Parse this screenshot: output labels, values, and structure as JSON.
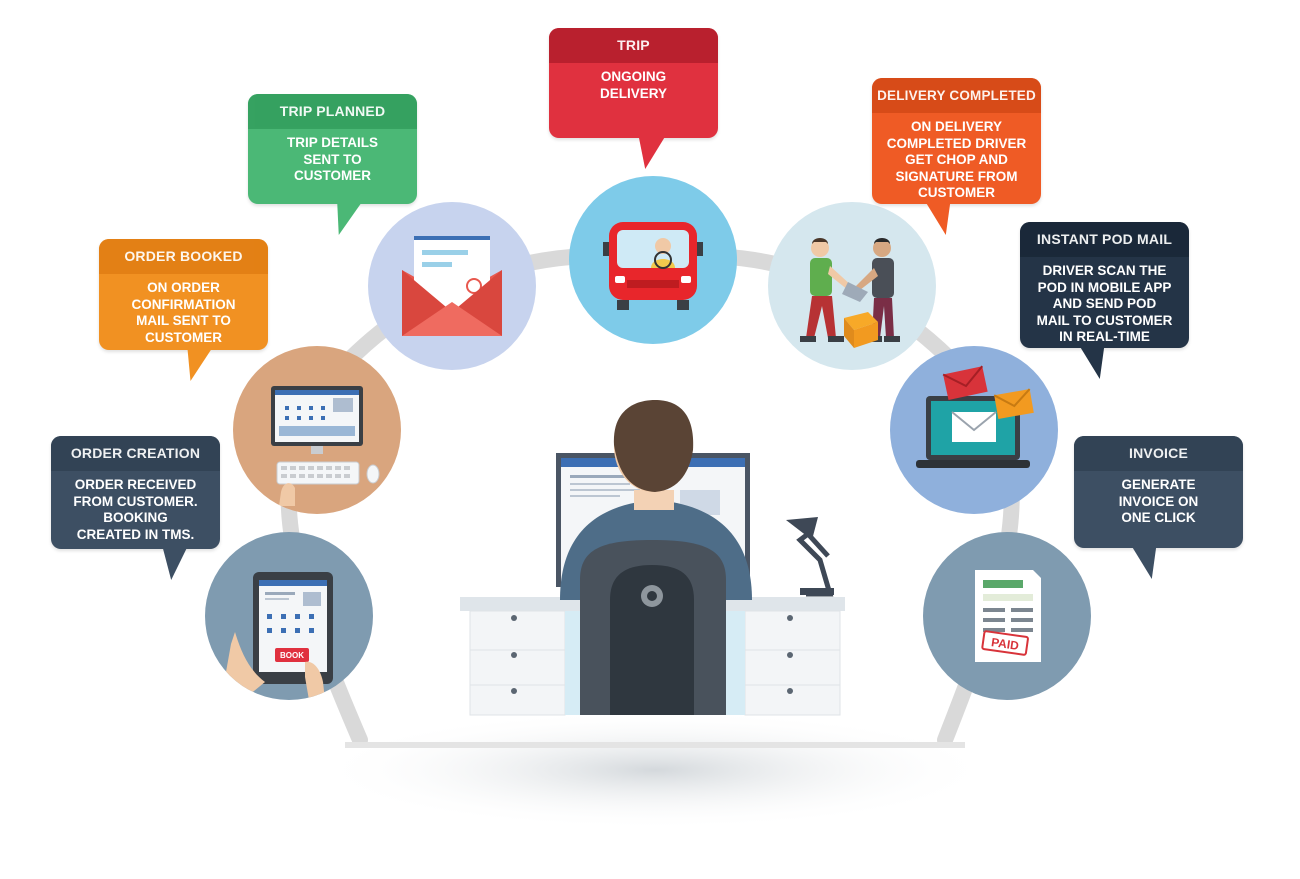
{
  "steps": [
    {
      "title": "ORDER CREATION",
      "body": [
        "ORDER RECEIVED",
        "FROM CUSTOMER.",
        "BOOKING",
        "CREATED IN TMS."
      ],
      "color": "#3d4f63",
      "header_color": "#324354",
      "icon": "tablet-booking-icon"
    },
    {
      "title": "ORDER BOOKED",
      "body": [
        "ON ORDER",
        "CONFIRMATION",
        "MAIL SENT TO",
        "CUSTOMER"
      ],
      "color": "#f19122",
      "header_color": "#e27f14",
      "icon": "computer-order-icon"
    },
    {
      "title": "TRIP PLANNED",
      "body": [
        "TRIP DETAILS",
        "SENT TO",
        "CUSTOMER"
      ],
      "color": "#4bb876",
      "header_color": "#34a05f",
      "icon": "envelope-mail-icon"
    },
    {
      "title": "TRIP",
      "body": [
        "ONGOING",
        "DELIVERY"
      ],
      "color": "#e0313f",
      "header_color": "#b61f2d",
      "icon": "truck-driver-icon"
    },
    {
      "title": "DELIVERY COMPLETED",
      "body": [
        "ON DELIVERY",
        "COMPLETED DRIVER",
        "GET CHOP AND",
        "SIGNATURE FROM",
        "CUSTOMER"
      ],
      "color": "#ef5b25",
      "header_color": "#d64a17",
      "icon": "package-handover-icon"
    },
    {
      "title": "INSTANT POD MAIL",
      "body": [
        "DRIVER SCAN THE",
        "POD IN MOBILE APP",
        "AND SEND POD",
        "MAIL TO CUSTOMER",
        "IN REAL-TIME"
      ],
      "color": "#243447",
      "header_color": "#1a2838",
      "icon": "laptop-mail-icon"
    },
    {
      "title": "INVOICE",
      "body": [
        "GENERATE",
        "INVOICE ON",
        "ONE CLICK"
      ],
      "color": "#3d4f63",
      "header_color": "#324354",
      "icon": "paid-invoice-icon"
    }
  ],
  "labels": {
    "book_button": "BOOK",
    "paid_stamp": "PAID"
  },
  "colors": {
    "arc": "#d9d9d9",
    "circle_slate": "#7f9bb0",
    "circle_tan": "#d9a57e",
    "circle_lavender": "#c7d3ee",
    "circle_sky": "#7ecbe9",
    "circle_mint": "#d5e7ee",
    "circle_blue": "#8fb0dc"
  }
}
